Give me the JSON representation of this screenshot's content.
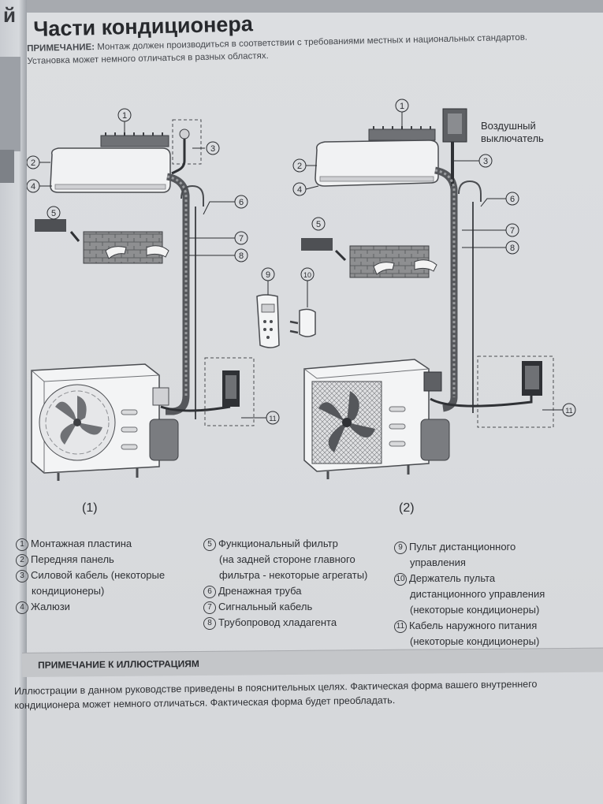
{
  "edge_mark": "й",
  "title": "Части кондиционера",
  "note": {
    "label": "ПРИМЕЧАНИЕ:",
    "text": " Монтаж должен производиться в соответствии с требованиями местных и национальных стандартов. Установка может немного отличаться в разных областях."
  },
  "diagram": {
    "callouts": {
      "c1": "1",
      "c2": "2",
      "c3": "3",
      "c4": "4",
      "c5": "5",
      "c6": "6",
      "c7": "7",
      "c8": "8",
      "c9": "9",
      "c10": "10",
      "c11": "11"
    },
    "breaker_label_1": "Воздушный",
    "breaker_label_2": "выключатель",
    "variant_1": "(1)",
    "variant_2": "(2)"
  },
  "legend": {
    "col1": [
      {
        "num": "1",
        "lines": [
          "Монтажная пластина"
        ]
      },
      {
        "num": "2",
        "lines": [
          "Передняя панель"
        ]
      },
      {
        "num": "3",
        "lines": [
          "Силовой кабель (некоторые",
          "кондиционеры)"
        ]
      },
      {
        "num": "4",
        "lines": [
          "Жалюзи"
        ]
      }
    ],
    "col2": [
      {
        "num": "5",
        "lines": [
          "Функциональный фильтр",
          "(на задней стороне главного",
          "фильтра - некоторые агрегаты)"
        ]
      },
      {
        "num": "6",
        "lines": [
          "Дренажная труба"
        ]
      },
      {
        "num": "7",
        "lines": [
          "Сигнальный кабель"
        ]
      },
      {
        "num": "8",
        "lines": [
          "Трубопровод хладагента"
        ]
      }
    ],
    "col3": [
      {
        "num": "9",
        "lines": [
          "Пульт дистанционного",
          "управления"
        ]
      },
      {
        "num": "10",
        "lines": [
          "Держатель пульта",
          "дистанционного управления",
          "(некоторые кондиционеры)"
        ]
      },
      {
        "num": "11",
        "lines": [
          "Кабель наружного питания",
          "(некоторые кондиционеры)"
        ]
      }
    ]
  },
  "illustrations_note": {
    "heading": "ПРИМЕЧАНИЕ К ИЛЛЮСТРАЦИЯМ",
    "text": "Иллюстрации в данном руководстве приведены в пояснительных целях. Фактическая форма вашего внутреннего кондиционера может немного отличаться. Фактическая форма будет преобладать."
  }
}
